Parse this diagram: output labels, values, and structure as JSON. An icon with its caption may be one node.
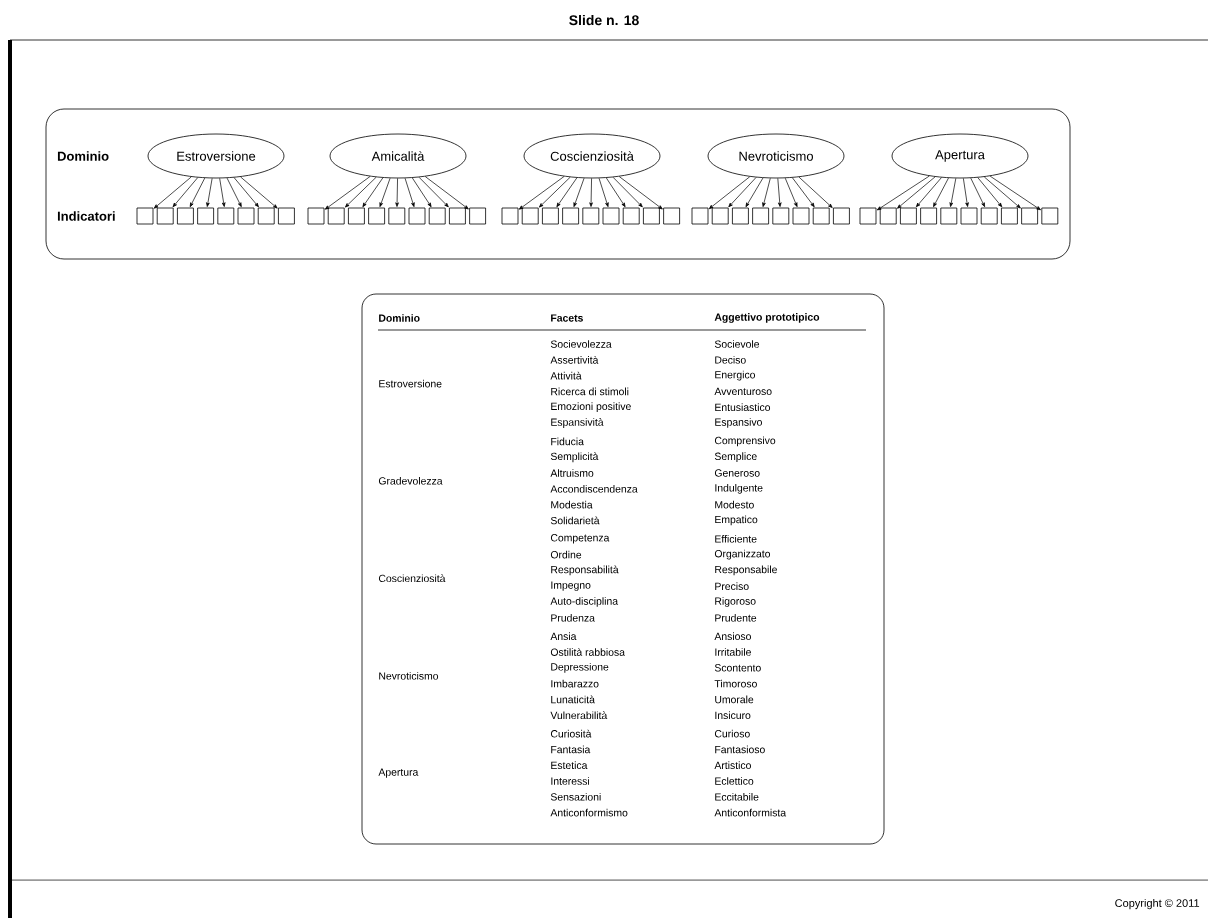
{
  "diagram": {
    "title": "Slide n. 18",
    "nodes": [
      {
        "text": [
          "Dominio",
          "Indicatori"
        ]
      },
      {
        "text": [
          "Estroversione"
        ],
        "in": 0
      },
      {
        "text": [
          "Amicalità"
        ],
        "in": 0
      },
      {
        "text": [
          "Coscienziosità"
        ],
        "in": 0
      },
      {
        "text": [
          "Nevroticismo"
        ],
        "in": 0
      },
      {
        "text": [
          "Apertura"
        ],
        "in": 0
      },
      {
        "text": [],
        "shape": "box",
        "in": 0
      },
      {
        "text": [],
        "shape": "box",
        "in": 0
      },
      {
        "text": [],
        "shape": "box",
        "in": 0
      },
      {
        "text": [],
        "shape": "box",
        "in": 0
      },
      {
        "text": [],
        "shape": "box",
        "in": 0
      },
      {
        "text": [],
        "shape": "box",
        "in": 0
      },
      {
        "text": [],
        "shape": "box",
        "in": 0
      },
      {
        "text": [],
        "shape": "box",
        "in": 0
      },
      {
        "text": [],
        "shape": "box",
        "in": 0
      },
      {
        "text": [],
        "shape": "box",
        "in": 0
      },
      {
        "text": [],
        "shape": "box",
        "in": 0
      },
      {
        "text": [],
        "shape": "box",
        "in": 0
      },
      {
        "text": [],
        "shape": "box",
        "in": 0
      },
      {
        "text": [],
        "shape": "box",
        "in": 0
      },
      {
        "text": [],
        "shape": "box",
        "in": 0
      },
      {
        "text": [],
        "shape": "box",
        "in": 0
      },
      {
        "text": [],
        "shape": "box",
        "in": 0
      },
      {
        "text": [],
        "shape": "box",
        "in": 0
      },
      {
        "text": [],
        "shape": "box",
        "in": 0
      },
      {
        "text": [],
        "shape": "box",
        "in": 0
      },
      {
        "text": [],
        "shape": "box",
        "in": 0
      },
      {
        "text": [],
        "shape": "box",
        "in": 0
      },
      {
        "text": [],
        "shape": "box",
        "in": 0
      },
      {
        "text": [],
        "shape": "box",
        "in": 0
      },
      {
        "text": [],
        "shape": "box",
        "in": 0
      },
      {
        "text": [],
        "shape": "box",
        "in": 0
      },
      {
        "text": [],
        "shape": "box",
        "in": 0
      },
      {
        "text": [],
        "shape": "box",
        "in": 0
      },
      {
        "text": [],
        "shape": "box",
        "in": 0
      },
      {
        "text": [],
        "shape": "box",
        "in": 0
      },
      {
        "text": [],
        "shape": "box",
        "in": 0
      },
      {
        "text": [],
        "shape": "box",
        "in": 0
      },
      {
        "text": [],
        "shape": "box",
        "in": 0
      },
      {
        "text": [],
        "shape": "box",
        "in": 0
      },
      {
        "text": [],
        "shape": "box",
        "in": 0
      },
      {
        "text": [],
        "shape": "box",
        "in": 0
      },
      {
        "text": [],
        "shape": "box",
        "in": 0
      },
      {
        "text": [],
        "shape": "box",
        "in": 0
      },
      {
        "text": [],
        "shape": "box",
        "in": 0
      },
      {
        "text": [],
        "shape": "box",
        "in": 0
      },
      {
        "text": [],
        "shape": "box",
        "in": 0
      },
      {
        "text": [],
        "shape": "box",
        "in": 0
      },
      {
        "text": [],
        "shape": "box",
        "in": 0
      },
      {
        "text": [],
        "shape": "box",
        "in": 0
      }
    ],
    "edges": [
      {
        "from": 1,
        "to": 6,
        "arrow": "to"
      },
      {
        "from": 1,
        "to": 7,
        "arrow": "to"
      },
      {
        "from": 1,
        "to": 8,
        "arrow": "to"
      },
      {
        "from": 1,
        "to": 9,
        "arrow": "to"
      },
      {
        "from": 1,
        "to": 10,
        "arrow": "to"
      },
      {
        "from": 1,
        "to": 11,
        "arrow": "to"
      },
      {
        "from": 1,
        "to": 12,
        "arrow": "to"
      },
      {
        "from": 1,
        "to": 13,
        "arrow": "to"
      },
      {
        "from": 2,
        "to": 14,
        "arrow": "to"
      },
      {
        "from": 2,
        "to": 15,
        "arrow": "to"
      },
      {
        "from": 2,
        "to": 16,
        "arrow": "to"
      },
      {
        "from": 2,
        "to": 17,
        "arrow": "to"
      },
      {
        "from": 2,
        "to": 18,
        "arrow": "to"
      },
      {
        "from": 2,
        "to": 19,
        "arrow": "to"
      },
      {
        "from": 2,
        "to": 20,
        "arrow": "to"
      },
      {
        "from": 2,
        "to": 21,
        "arrow": "to"
      },
      {
        "from": 2,
        "to": 22,
        "arrow": "to"
      },
      {
        "from": 3,
        "to": 23,
        "arrow": "to"
      },
      {
        "from": 3,
        "to": 24,
        "arrow": "to"
      },
      {
        "from": 3,
        "to": 25,
        "arrow": "to"
      },
      {
        "from": 3,
        "to": 26,
        "arrow": "to"
      },
      {
        "from": 3,
        "to": 27,
        "arrow": "to"
      },
      {
        "from": 3,
        "to": 28,
        "arrow": "to"
      },
      {
        "from": 3,
        "to": 29,
        "arrow": "to"
      },
      {
        "from": 3,
        "to": 30,
        "arrow": "to"
      },
      {
        "from": 3,
        "to": 31,
        "arrow": "to"
      },
      {
        "from": 4,
        "to": 32,
        "arrow": "to"
      },
      {
        "from": 4,
        "to": 33,
        "arrow": "to"
      },
      {
        "from": 4,
        "to": 34,
        "arrow": "to"
      },
      {
        "from": 4,
        "to": 35,
        "arrow": "to"
      },
      {
        "from": 4,
        "to": 36,
        "arrow": "to"
      },
      {
        "from": 4,
        "to": 37,
        "arrow": "to"
      },
      {
        "from": 4,
        "to": 38,
        "arrow": "to"
      },
      {
        "from": 4,
        "to": 39,
        "arrow": "to"
      },
      {
        "from": 5,
        "to": 40,
        "arrow": "to"
      },
      {
        "from": 5,
        "to": 41,
        "arrow": "to"
      },
      {
        "from": 5,
        "to": 42,
        "arrow": "to"
      },
      {
        "from": 5,
        "to": 43,
        "arrow": "to"
      },
      {
        "from": 5,
        "to": 44,
        "arrow": "to"
      },
      {
        "from": 5,
        "to": 45,
        "arrow": "to"
      },
      {
        "from": 5,
        "to": 46,
        "arrow": "to"
      },
      {
        "from": 5,
        "to": 47,
        "arrow": "to"
      },
      {
        "from": 5,
        "to": 48,
        "arrow": "to"
      },
      {
        "from": 5,
        "to": 49,
        "arrow": "to"
      }
    ],
    "labels": [
      "Dominio",
      "Facets",
      "Aggettivo prototipico",
      "Estroversione",
      "Socievolezza",
      "Socievole",
      "Assertività",
      "Deciso",
      "Attività",
      "Energico",
      "Ricerca di stimoli",
      "Avventuroso",
      "Emozioni positive",
      "Entusiastico",
      "Espansività",
      "Espansivo",
      "Gradevolezza",
      "Fiducia",
      "Comprensivo",
      "Semplicità",
      "Semplice",
      "Altruismo",
      "Generoso",
      "Accondiscendenza",
      "Indulgente",
      "Modestia",
      "Modesto",
      "Solidarietà",
      "Empatico",
      "Coscienziosità",
      "Competenza",
      "Efficiente",
      "Ordine",
      "Organizzato",
      "Responsabilità",
      "Responsabile",
      "Impegno",
      "Preciso",
      "Auto-disciplina",
      "Rigoroso",
      "Prudenza",
      "Prudente",
      "Nevroticismo",
      "Ansia",
      "Ansioso",
      "Ostilità rabbiosa",
      "Irritabile",
      "Depressione",
      "Scontento",
      "Imbarazzo",
      "Timoroso",
      "Lunaticità",
      "Umorale",
      "Vulnerabilità",
      "Insicuro",
      "Apertura",
      "Curiosità",
      "Curioso",
      "Fantasia",
      "Fantasioso",
      "Estetica",
      "Artistico",
      "Interessi",
      "Eclettico",
      "Sensazioni",
      "Eccitabile",
      "Anticonformismo",
      "Anticonformista",
      "Copyright © 2011"
    ]
  }
}
